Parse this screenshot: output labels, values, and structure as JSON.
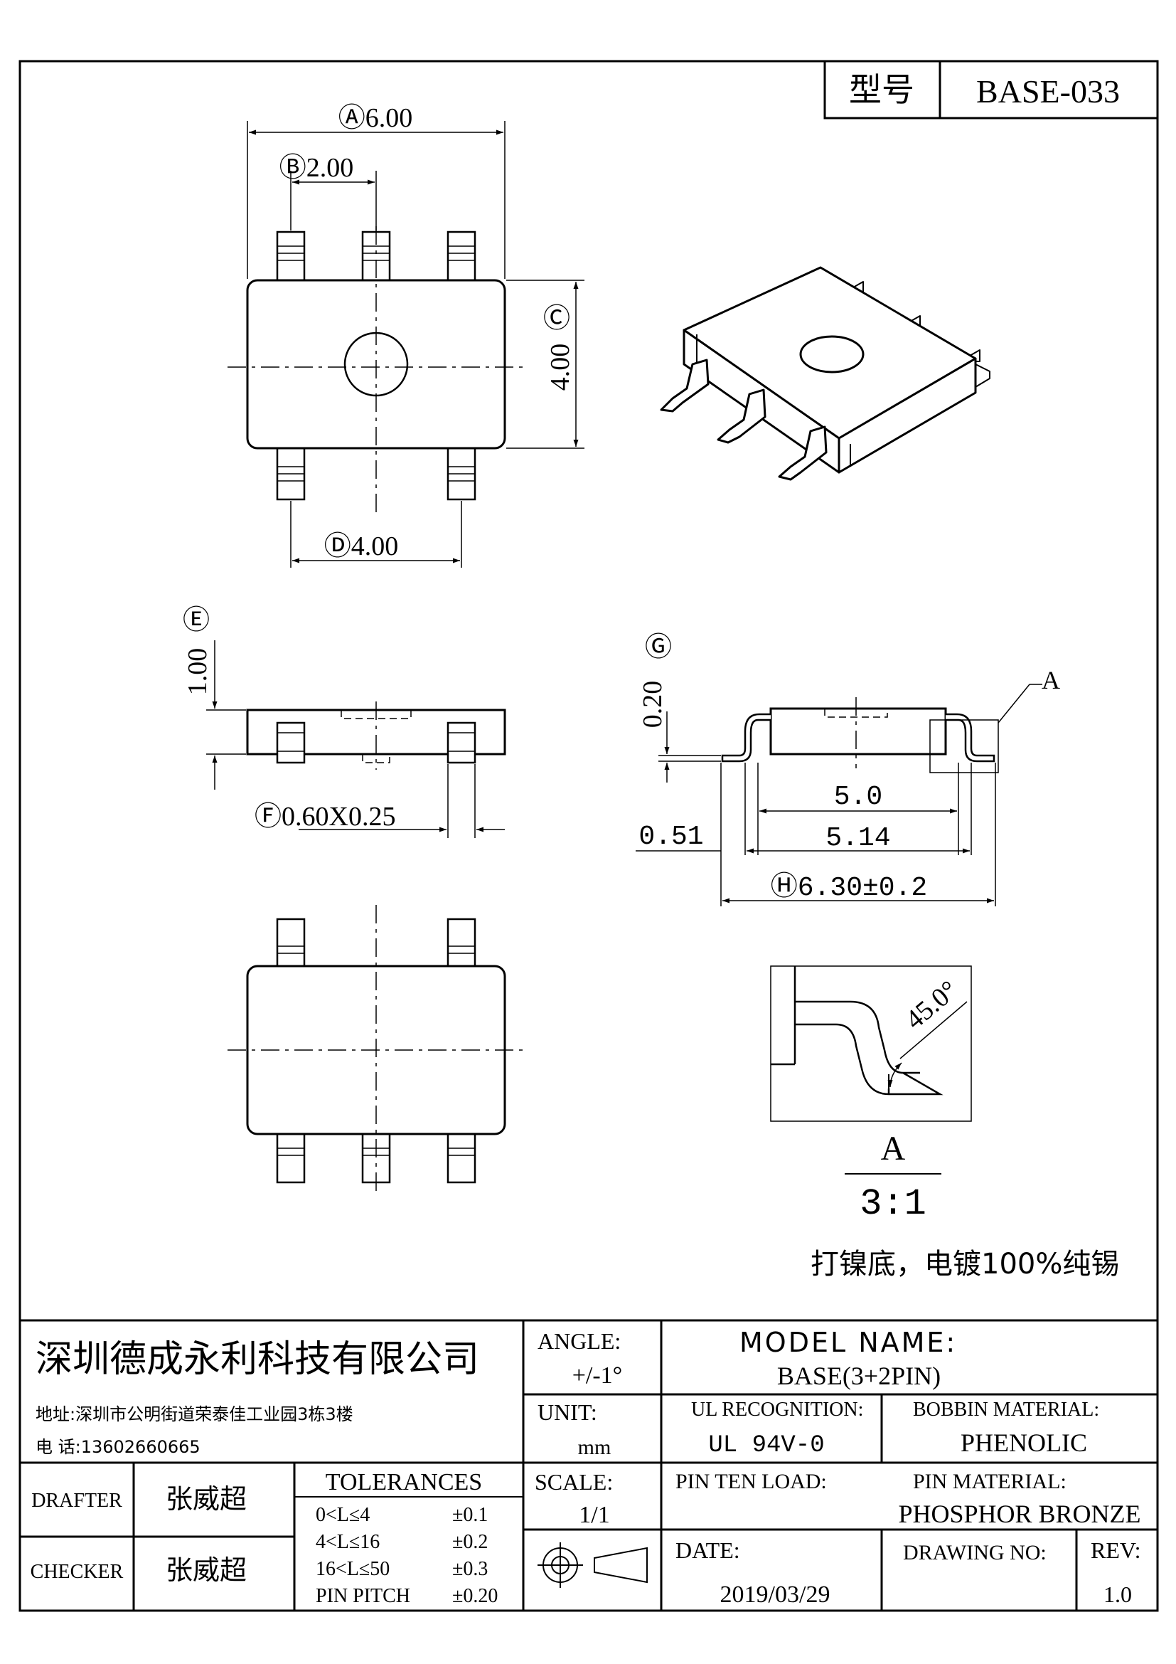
{
  "title_block": {
    "model_label": "型号",
    "model_value": "BASE-033",
    "company": "深圳德成永利科技有限公司",
    "address": "地址:深圳市公明街道荣泰佳工业园3栋3楼",
    "phone": "电 话:13602660665",
    "angle_label": "ANGLE:",
    "angle_value": "+/-1°",
    "model_name_label": "MODEL NAME:",
    "model_name_value": "BASE(3+2PIN)",
    "unit_label": "UNIT:",
    "unit_value": "mm",
    "ul_label": "UL RECOGNITION:",
    "ul_value": "UL 94V-0",
    "bobbin_label": "BOBBIN MATERIAL:",
    "bobbin_value": "PHENOLIC",
    "drafter_label": "DRAFTER",
    "drafter_value": "张威超",
    "checker_label": "CHECKER",
    "checker_value": "张威超",
    "tolerances_label": "TOLERANCES",
    "tolerance_rows": [
      {
        "range": "0<L≤4",
        "tol": "±0.1"
      },
      {
        "range": "4<L≤16",
        "tol": "±0.2"
      },
      {
        "range": "16<L≤50",
        "tol": "±0.3"
      },
      {
        "range": "PIN PITCH",
        "tol": "±0.20"
      }
    ],
    "scale_label": "SCALE:",
    "scale_value": "1/1",
    "pin_ten_load_label": "PIN TEN LOAD:",
    "pin_material_label": "PIN MATERIAL:",
    "pin_material_value": "PHOSPHOR BRONZE",
    "date_label": "DATE:",
    "date_value": "2019/03/29",
    "drawing_no_label": "DRAWING NO:",
    "rev_label": "REV:",
    "rev_value": "1.0"
  },
  "dimensions": {
    "a": "Ⓐ6.00",
    "b": "Ⓑ2.00",
    "c_mark": "Ⓒ",
    "c_value": "4.00",
    "d": "Ⓓ4.00",
    "e_mark": "Ⓔ",
    "e_value": "1.00",
    "f": "Ⓕ0.60X0.25",
    "g_mark": "Ⓖ",
    "g_value": "0.20",
    "dim_051": "0.51",
    "dim_50": "5.0",
    "dim_514": "5.14",
    "h": "Ⓗ6.30±0.2",
    "detail_ref": "A",
    "angle": "45.0°"
  },
  "detail": {
    "label": "A",
    "scale": "3:1"
  },
  "note": "打镍底，电镀100%纯锡"
}
